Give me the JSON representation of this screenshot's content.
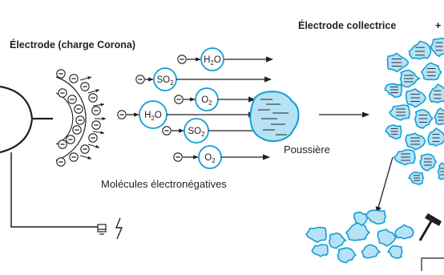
{
  "labels": {
    "electrode_corona": "Électrode (charge Corona)",
    "electrode_collectrice": "Électrode collectrice",
    "collector_sign": "+",
    "dust": "Poussière",
    "molecules": "Molécules électronégatives"
  },
  "molecules": [
    {
      "formula": "H",
      "subscript": "2",
      "suffix": "O"
    },
    {
      "formula": "SO",
      "subscript": "2",
      "suffix": ""
    },
    {
      "formula": "O",
      "subscript": "2",
      "suffix": ""
    },
    {
      "formula": "H",
      "subscript": "2",
      "suffix": "O"
    },
    {
      "formula": "SO",
      "subscript": "2",
      "suffix": ""
    },
    {
      "formula": "O",
      "subscript": "2",
      "suffix": ""
    }
  ],
  "symbols": {
    "electron": "⊖",
    "lightning_icon": "lightning-bolt",
    "ground_icon": "ground-symbol",
    "hammer_icon": "hammer"
  },
  "colors": {
    "ink": "#231f20",
    "fill": "#b7e2f5",
    "stroke": "#0f9fd8"
  }
}
